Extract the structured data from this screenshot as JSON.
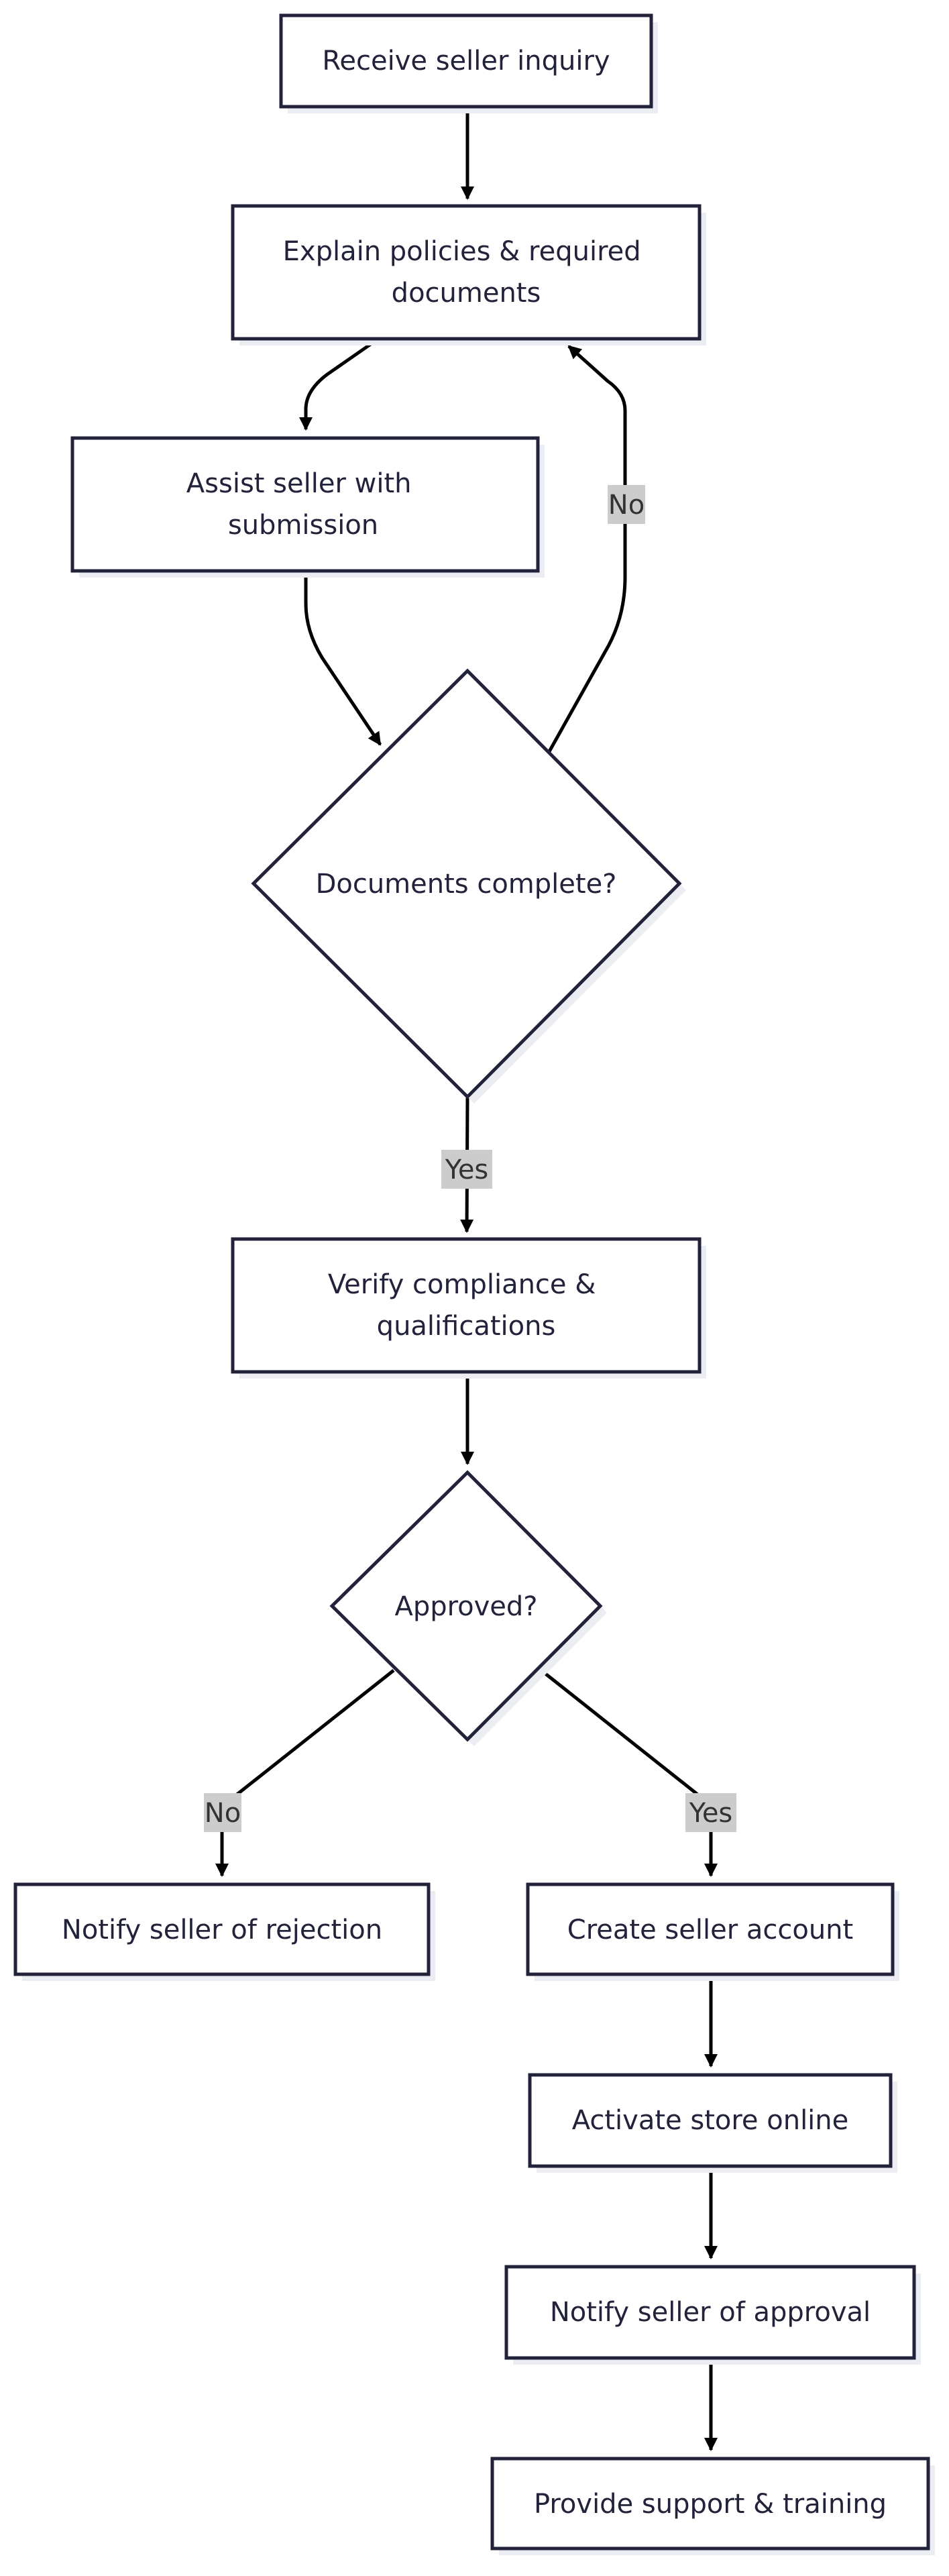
{
  "nodes": {
    "receive_inquiry": {
      "lines": [
        "Receive seller inquiry"
      ]
    },
    "explain_policies": {
      "lines": [
        "Explain policies & required",
        "documents"
      ]
    },
    "assist_submission": {
      "lines": [
        "Assist seller with",
        "submission"
      ]
    },
    "documents_complete": {
      "lines": [
        "Documents complete?"
      ]
    },
    "verify_compliance": {
      "lines": [
        "Verify compliance &",
        "qualifications"
      ]
    },
    "approved": {
      "lines": [
        "Approved?"
      ]
    },
    "notify_rejection": {
      "lines": [
        "Notify seller of rejection"
      ]
    },
    "create_account": {
      "lines": [
        "Create seller account"
      ]
    },
    "activate_store": {
      "lines": [
        "Activate store online"
      ]
    },
    "notify_approval": {
      "lines": [
        "Notify seller of approval"
      ]
    },
    "provide_support": {
      "lines": [
        "Provide support & training"
      ]
    }
  },
  "edge_labels": {
    "docs_no": "No",
    "docs_yes": "Yes",
    "approved_no": "No",
    "approved_yes": "Yes"
  },
  "colors": {
    "node_border": "#22223b",
    "node_fill": "#ffffff",
    "edge": "#000000",
    "edge_label_bg": "#cccccc"
  }
}
